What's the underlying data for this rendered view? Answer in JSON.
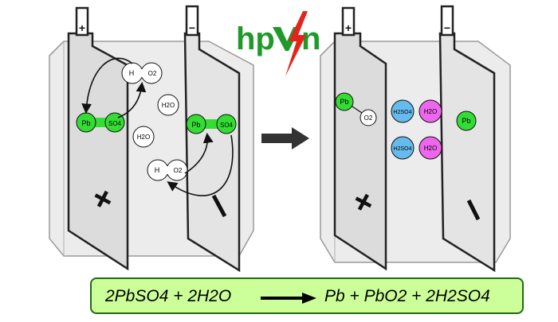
{
  "logo": {
    "text_left": "hp",
    "text_right": "n",
    "accent_color": "#e3241b",
    "brand_color": "#1f9a2a"
  },
  "colors": {
    "lead_sulfate": "#33dd33",
    "water_product": "#ee66ee",
    "acid_product": "#66bbee",
    "lead_product": "#33dd33",
    "equation_bg": "#ccff99",
    "equation_border": "#1f6a12"
  },
  "left_cell": {
    "positive_sign": "+",
    "negative_sign": "−",
    "molecules": [
      {
        "a": "Pb",
        "b": "SO4"
      },
      {
        "a": "Pb",
        "b": "SO4"
      },
      {
        "a": "H",
        "b": "O2"
      },
      {
        "a": "H",
        "b": "O2"
      }
    ],
    "water": [
      "H2O",
      "H2O"
    ]
  },
  "right_cell": {
    "positive_sign": "+",
    "negative_sign": "−",
    "pbo2": {
      "a": "Pb",
      "b": "O2"
    },
    "acid": [
      "H2SO4",
      "H2SO4"
    ],
    "water": [
      "H2O",
      "H2O"
    ],
    "lead": "Pb"
  },
  "equation": {
    "reactants": "2PbSO4 + 2H2O",
    "products": "Pb + PbO2 + 2H2SO4"
  }
}
